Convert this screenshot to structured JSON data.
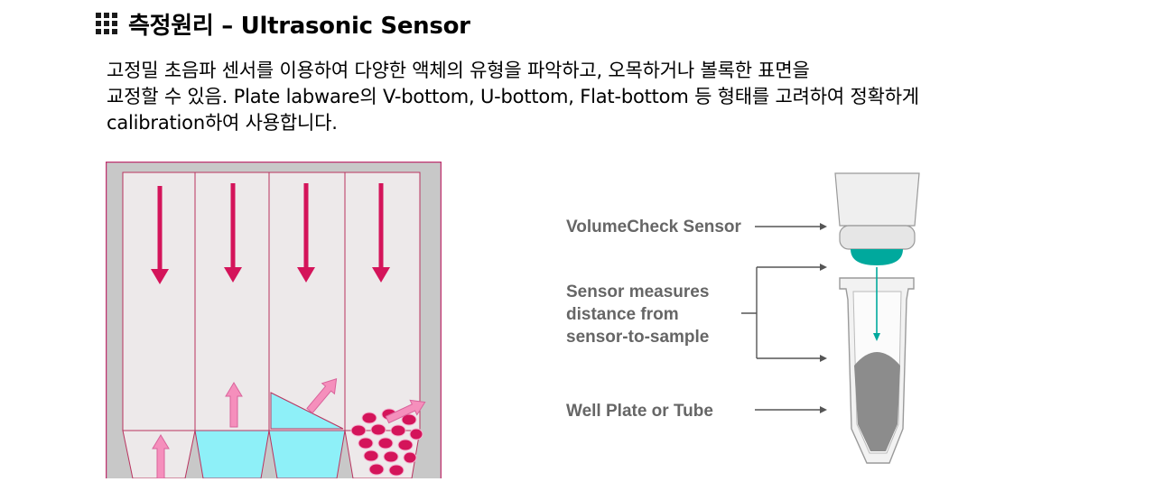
{
  "header": {
    "title": "측정원리 – Ultrasonic Sensor"
  },
  "description": {
    "lines": [
      "고정밀 초음파 센서를 이용하여 다양한 액체의 유형을 파악하고, 오목하거나 볼록한 표면을",
      "교정할 수 있음. Plate labware의 V-bottom, U-bottom, Flat-bottom 등 형태를 고려하여 정확하게",
      "calibration하여 사용합니다."
    ]
  },
  "sensor_diagram": {
    "labels": {
      "sensor": "VolumeCheck Sensor",
      "measure_line1": "Sensor measures",
      "measure_line2": "distance from",
      "measure_line3": "sensor-to-sample",
      "plate": "Well Plate or Tube"
    }
  },
  "colors": {
    "accent_magenta": "#d4145a",
    "arrow_pink": "#f58fbc",
    "liquid_cyan": "#8ef0f8",
    "well_bg": "#ede9ea",
    "sensor_teal": "#00a99d",
    "sample_gray": "#8c8c8c"
  }
}
